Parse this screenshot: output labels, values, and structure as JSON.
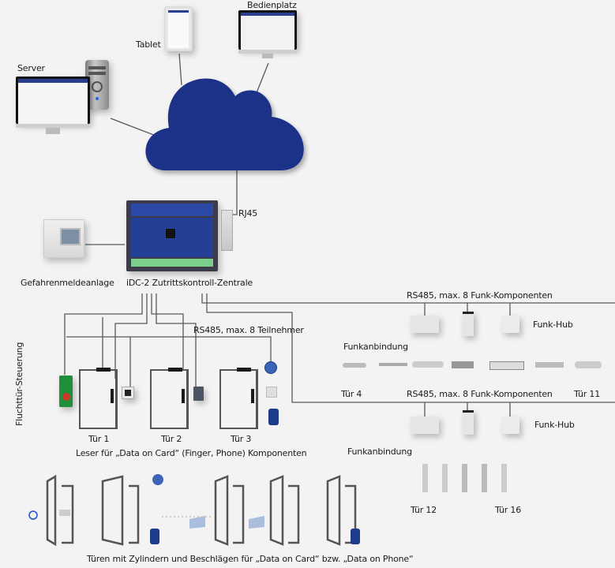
{
  "diagram": {
    "title": "iDC-2 Zutrittskontroll-Systemübersicht",
    "colors": {
      "background": "#f3f3f3",
      "cloud": "#1b3388",
      "wire": "#555555",
      "door_frame": "#555555",
      "reader_black": "#1a1a1a",
      "bluetooth_blue": "#1d4ed8",
      "flucht_green": "#1f8f3a"
    },
    "devices": {
      "server": {
        "label": "Server",
        "icon": "server-monitor-icon"
      },
      "tablet": {
        "label": "Tablet",
        "icon": "tablet-icon"
      },
      "bedienplatz": {
        "label": "Bedienplatz",
        "icon": "monitor-icon"
      },
      "cloud": {
        "label": "",
        "icon": "cloud-icon"
      },
      "rj45": {
        "label": "RJ45",
        "icon": "network-adapter-icon"
      },
      "controller": {
        "label": "iDC-2 Zutrittskontroll-Zentrale",
        "icon": "circuit-board-icon"
      },
      "alarm": {
        "label": "Gefahrenmeldeanlage",
        "icon": "alarm-panel-icon"
      }
    },
    "buses": {
      "wired_rs485": "RS485, max. 8 Teilnehmer",
      "funk_rs485_1": "RS485, max. 8 Funk-Komponenten",
      "funk_rs485_2": "RS485, max. 8 Funk-Komponenten"
    },
    "wired_section": {
      "flucht_label": "Fluchttür-Steuerung",
      "doors": [
        {
          "label": "Tür 1",
          "reader": "fingerprint-reader-icon"
        },
        {
          "label": "Tür 2",
          "reader": "card-reader-icon"
        },
        {
          "label": "Tür 3",
          "reader": "bluetooth-reader-icon"
        }
      ],
      "caption": "Leser für „Data on Card“ (Finger, Phone) Komponenten"
    },
    "wireless_section_1": {
      "hub_label": "Funk-Hub",
      "link_label": "Funkanbindung",
      "first_door": "Tür 4",
      "last_door": "Tür 11",
      "components": [
        "Knaufzylinder",
        "Drückergarnitur",
        "Zylinder",
        "Zylinder",
        "Doppelzylinder",
        "Halbzylinder",
        "Zylinder"
      ]
    },
    "wireless_section_2": {
      "hub_label": "Funk-Hub",
      "link_label": "Funkanbindung",
      "first_door": "Tür 12",
      "last_door": "Tür 16",
      "components": [
        "Beschlag",
        "Beschlag",
        "Beschlag",
        "Beschlag",
        "Beschlag"
      ]
    },
    "bottom_section": {
      "caption": "Türen mit Zylindern und Beschlägen für „Data on Card“ bzw. „Data on Phone“"
    }
  }
}
